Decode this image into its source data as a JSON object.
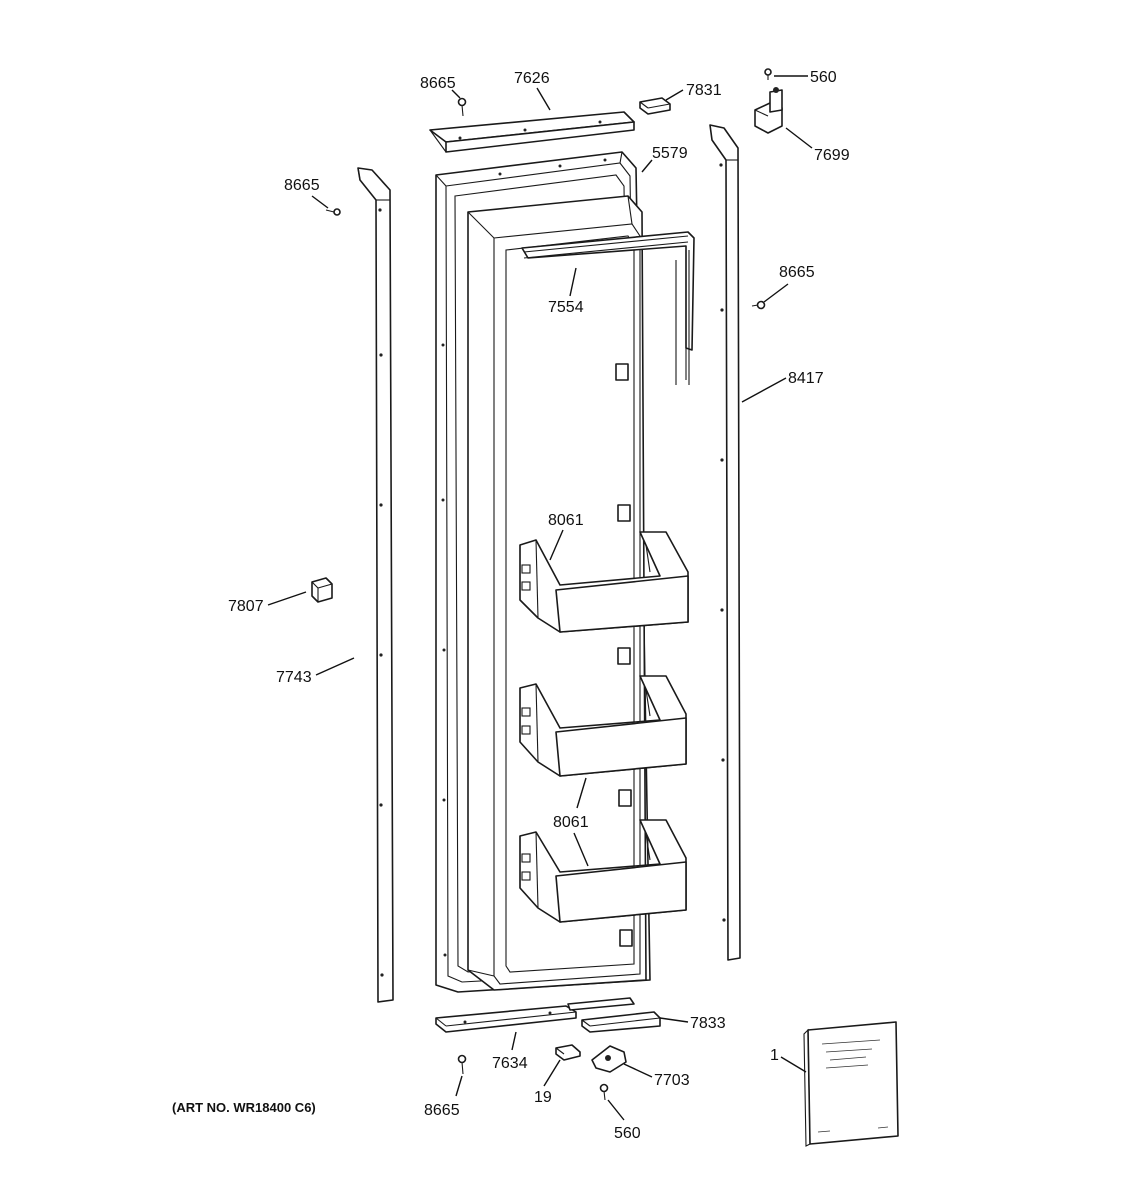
{
  "callouts": {
    "c8665_top": "8665",
    "c7626": "7626",
    "c7831": "7831",
    "c560_top": "560",
    "c5579": "5579",
    "c7699": "7699",
    "c8665_left": "8665",
    "c8665_right": "8665",
    "c7554": "7554",
    "c8417": "8417",
    "c8061_top": "8061",
    "c7807": "7807",
    "c7743": "7743",
    "c8061_bottom": "8061",
    "c7833": "7833",
    "c7634": "7634",
    "c19": "19",
    "c7703": "7703",
    "c1": "1",
    "c8665_bottom": "8665",
    "c560_bottom": "560"
  },
  "art_number": "(ART NO. WR18400 C6)"
}
